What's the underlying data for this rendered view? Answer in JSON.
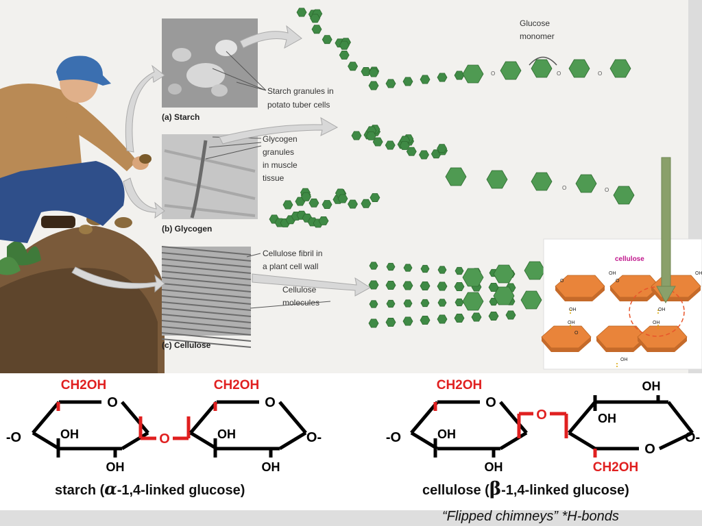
{
  "upper_figure": {
    "starch_granules_label": [
      "Starch granules in",
      "potato tuber cells"
    ],
    "starch_panel_label": "(a) Starch",
    "glycogen_granules_label": [
      "Glycogen",
      "granules",
      "in muscle",
      "tissue"
    ],
    "glycogen_panel_label": "(b) Glycogen",
    "fibril_label": [
      "Cellulose fibril in",
      "a plant cell wall"
    ],
    "molecules_label": [
      "Cellulose",
      "molecules"
    ],
    "cellulose_panel_label": "(c) Cellulose",
    "monomer_label": [
      "Glucose",
      "monomer"
    ],
    "link_atom": "O"
  },
  "inset": {
    "title": "cellulose",
    "oh_label": "OH",
    "o_label": "O",
    "colors": {
      "ring": "#e9843a",
      "title": "#c0168c",
      "arrow": "#8aa06a",
      "circle": "#e8542a"
    }
  },
  "structures": {
    "ch2oh": "CH2OH",
    "oh": "OH",
    "o": "O",
    "end_left": "-O",
    "end_right": "O-",
    "starch_caption_pre": "starch (",
    "alpha_symbol": "α",
    "starch_caption_post": "-1,4-linked glucose)",
    "cellulose_caption_pre": "cellulose (",
    "beta_symbol": "β",
    "cellulose_caption_post": "-1,4-linked glucose)",
    "note": "“Flipped chimneys”  *H-bonds",
    "colors": {
      "highlight": "#e02020",
      "bond": "#000000"
    }
  }
}
